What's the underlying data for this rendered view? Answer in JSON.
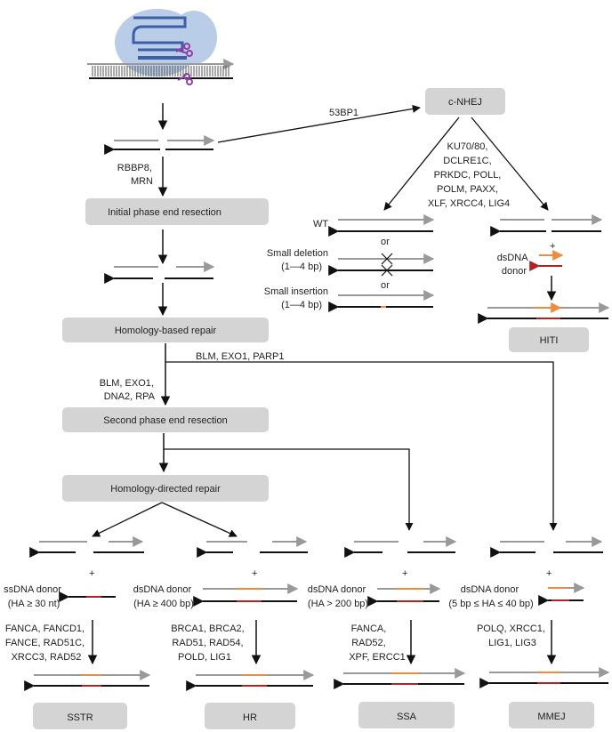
{
  "boxes": {
    "cnhej": "c-NHEJ",
    "initial": "Initial phase end resection",
    "hbr": "Homology-based repair",
    "second": "Second phase end resection",
    "hdr": "Homology-directed repair",
    "hiti": "HITI",
    "sstr": "SSTR",
    "hr": "HR",
    "ssa": "SSA",
    "mmej": "MMEJ"
  },
  "labels": {
    "bp53": "53BP1",
    "rbbp8": [
      "RBBP8,",
      "MRN"
    ],
    "nhej_factors": [
      "KU70/80,",
      "DCLRE1C,",
      "PRKDC, POLL,",
      "POLM, PAXX,",
      "XLF, XRCC4, LIG4"
    ],
    "wt": "WT",
    "or1": "or",
    "or2": "or",
    "small_del": [
      "Small deletion",
      "(1—4 bp)"
    ],
    "small_ins": [
      "Small insertion",
      "(1—4 bp)"
    ],
    "plus_hiti": "+",
    "dsdna_hiti": [
      "dsDNA",
      "donor"
    ],
    "blm_exo1_parp1": "BLM, EXO1, PARP1",
    "blm_exo1_dna2": [
      "BLM, EXO1,",
      "DNA2, RPA"
    ],
    "plus": "+",
    "ssdna_donor": [
      "ssDNA donor",
      "(HA ≥ 30 nt)"
    ],
    "dsdna_hr": [
      "dsDNA donor",
      "(HA ≥ 400 bp)"
    ],
    "dsdna_ssa": [
      "dsDNA donor",
      "(HA > 200 bp)"
    ],
    "dsdna_mmej": [
      "dsDNA donor",
      "(5 bp ≤ HA ≤ 40 bp)"
    ],
    "sstr_factors": [
      "FANCA, FANCD1,",
      "FANCE, RAD51C,",
      "XRCC3, RAD52"
    ],
    "hr_factors": [
      "BRCA1, BRCA2,",
      "RAD51, RAD54,",
      "POLD, LIG1"
    ],
    "ssa_factors": [
      "FANCA,",
      "RAD52,",
      "XPF, ERCC1"
    ],
    "mmej_factors": [
      "POLQ, XRCC1,",
      "LIG1, LIG3"
    ]
  },
  "colors": {
    "gray_strand": "#999999",
    "black_strand": "#111111",
    "orange": "#f08a3c",
    "red": "#b22222",
    "box_fill": "#d4d4d4",
    "cas_blob": "#b9cce8",
    "guide_blue": "#3d5fa8"
  }
}
